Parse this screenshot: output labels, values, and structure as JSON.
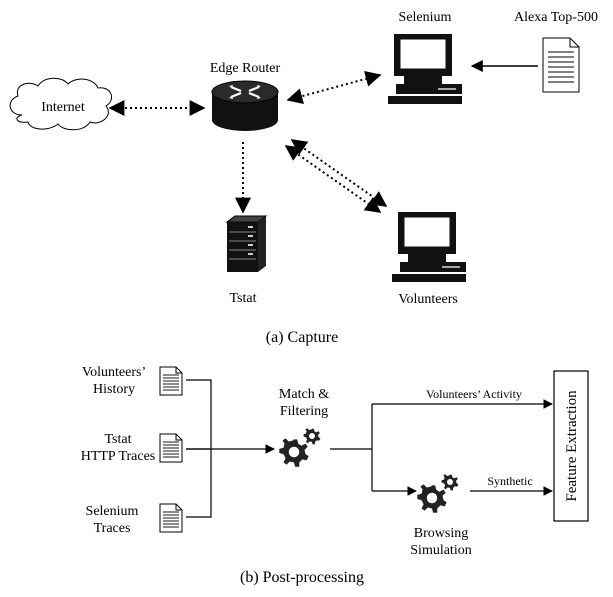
{
  "capture": {
    "nodes": {
      "internet": "Internet",
      "edge_router": "Edge Router",
      "selenium": "Selenium",
      "alexa": "Alexa Top-500",
      "tstat": "Tstat",
      "volunteers": "Volunteers"
    },
    "caption": "(a) Capture",
    "icons": [
      "cloud-icon",
      "router-icon",
      "computer-icon",
      "document-icon",
      "server-icon"
    ]
  },
  "post": {
    "sources": {
      "volunteers_history": [
        "Volunteers’",
        "History"
      ],
      "tstat_traces": [
        "Tstat",
        "HTTP Traces"
      ],
      "selenium_traces": [
        "Selenium",
        "Traces"
      ]
    },
    "match_filtering": [
      "Match &",
      "Filtering"
    ],
    "browsing_simulation": [
      "Browsing",
      "Simulation"
    ],
    "edge_labels": {
      "volunteers_activity": "Volunteers’ Activity",
      "synthetic": "Synthetic"
    },
    "feature_extraction": "Feature Extraction",
    "caption": "(b) Post-processing",
    "icons": [
      "document-icon",
      "gears-icon"
    ]
  }
}
